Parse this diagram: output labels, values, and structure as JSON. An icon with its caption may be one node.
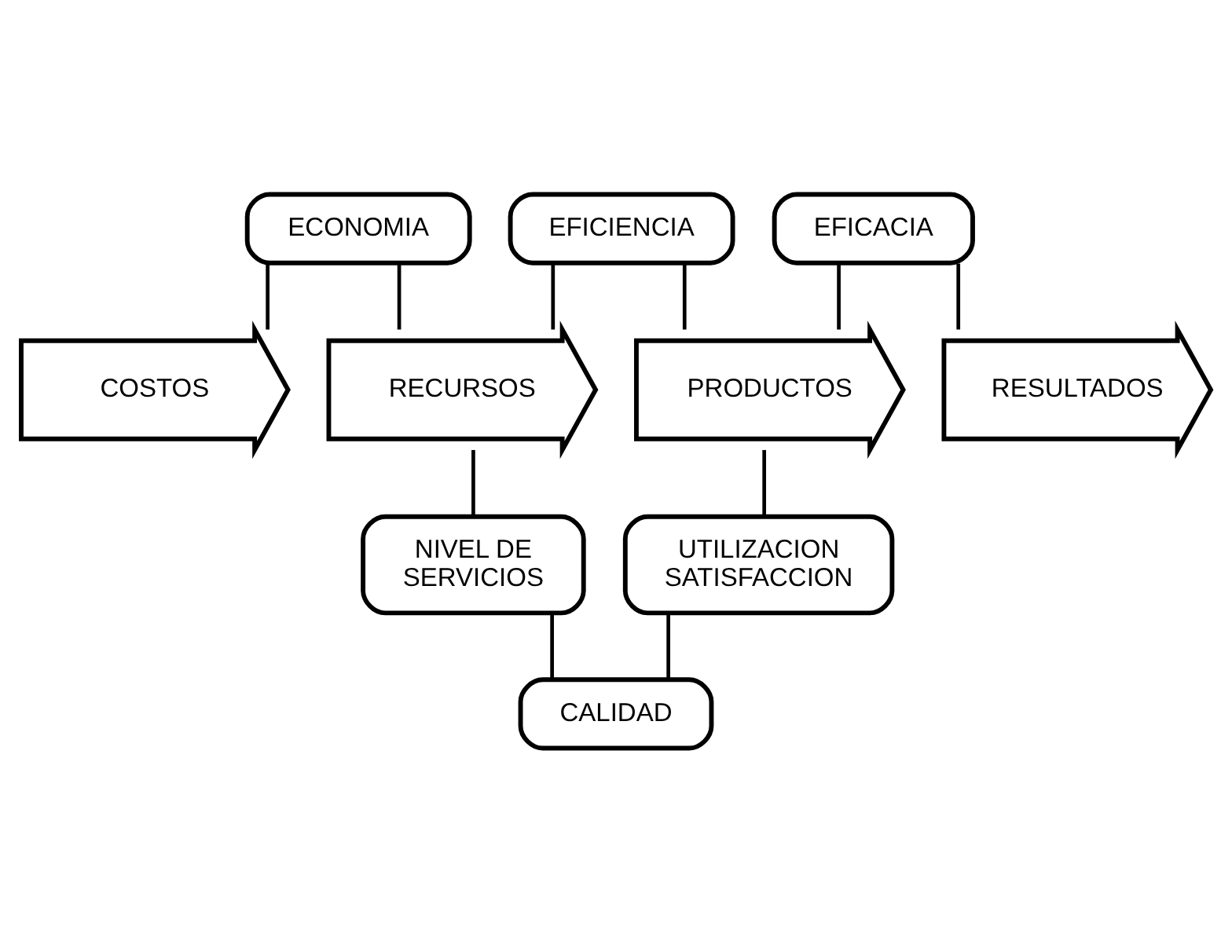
{
  "diagram": {
    "nodes": [
      {
        "text": [
          "ECONOMIA"
        ]
      },
      {
        "text": [
          "EFICIENCIA"
        ]
      },
      {
        "text": [
          "EFICACIA"
        ]
      },
      {
        "text": [
          "COSTOS"
        ]
      },
      {
        "text": [
          "RECURSOS"
        ]
      },
      {
        "text": [
          "PRODUCTOS"
        ]
      },
      {
        "text": [
          "RESULTADOS"
        ]
      },
      {
        "text": [
          "NIVEL DE SERVICIOS"
        ]
      },
      {
        "text": [
          "UTILIZACION SATISFACCION"
        ]
      },
      {
        "text": [
          "CALIDAD"
        ]
      }
    ],
    "edges": [
      {
        "from": 0,
        "to": 3,
        "arrow": "none"
      },
      {
        "from": 0,
        "to": 4,
        "arrow": "none"
      },
      {
        "from": 1,
        "to": 4,
        "arrow": "none"
      },
      {
        "from": 1,
        "to": 5,
        "arrow": "none"
      },
      {
        "from": 2,
        "to": 5,
        "arrow": "none"
      },
      {
        "from": 2,
        "to": 6,
        "arrow": "none"
      },
      {
        "from": 4,
        "to": 7,
        "arrow": "none"
      },
      {
        "from": 5,
        "to": 8,
        "arrow": "none"
      },
      {
        "from": 7,
        "to": 9,
        "arrow": "none"
      },
      {
        "from": 8,
        "to": 9,
        "arrow": "none"
      }
    ]
  }
}
